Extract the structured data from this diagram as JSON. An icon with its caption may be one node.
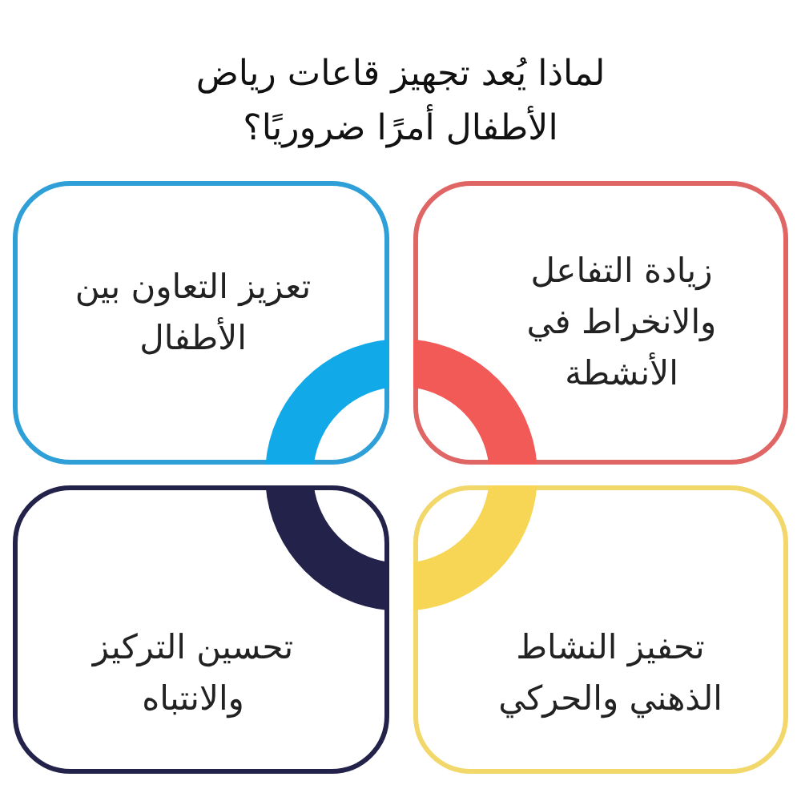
{
  "diagram": {
    "title": "لماذا يُعد تجهيز قاعات رياض الأطفال أمرًا ضروريًا؟",
    "nodes": [
      {
        "text": [
          "زيادة التفاعل والانخراط في الأنشطة"
        ]
      },
      {
        "text": [
          "تعزيز التعاون بين الأطفال"
        ]
      },
      {
        "text": [
          "تحفيز النشاط الذهني والحركي"
        ]
      },
      {
        "text": [
          "تحسين التركيز والانتباه"
        ]
      }
    ]
  }
}
